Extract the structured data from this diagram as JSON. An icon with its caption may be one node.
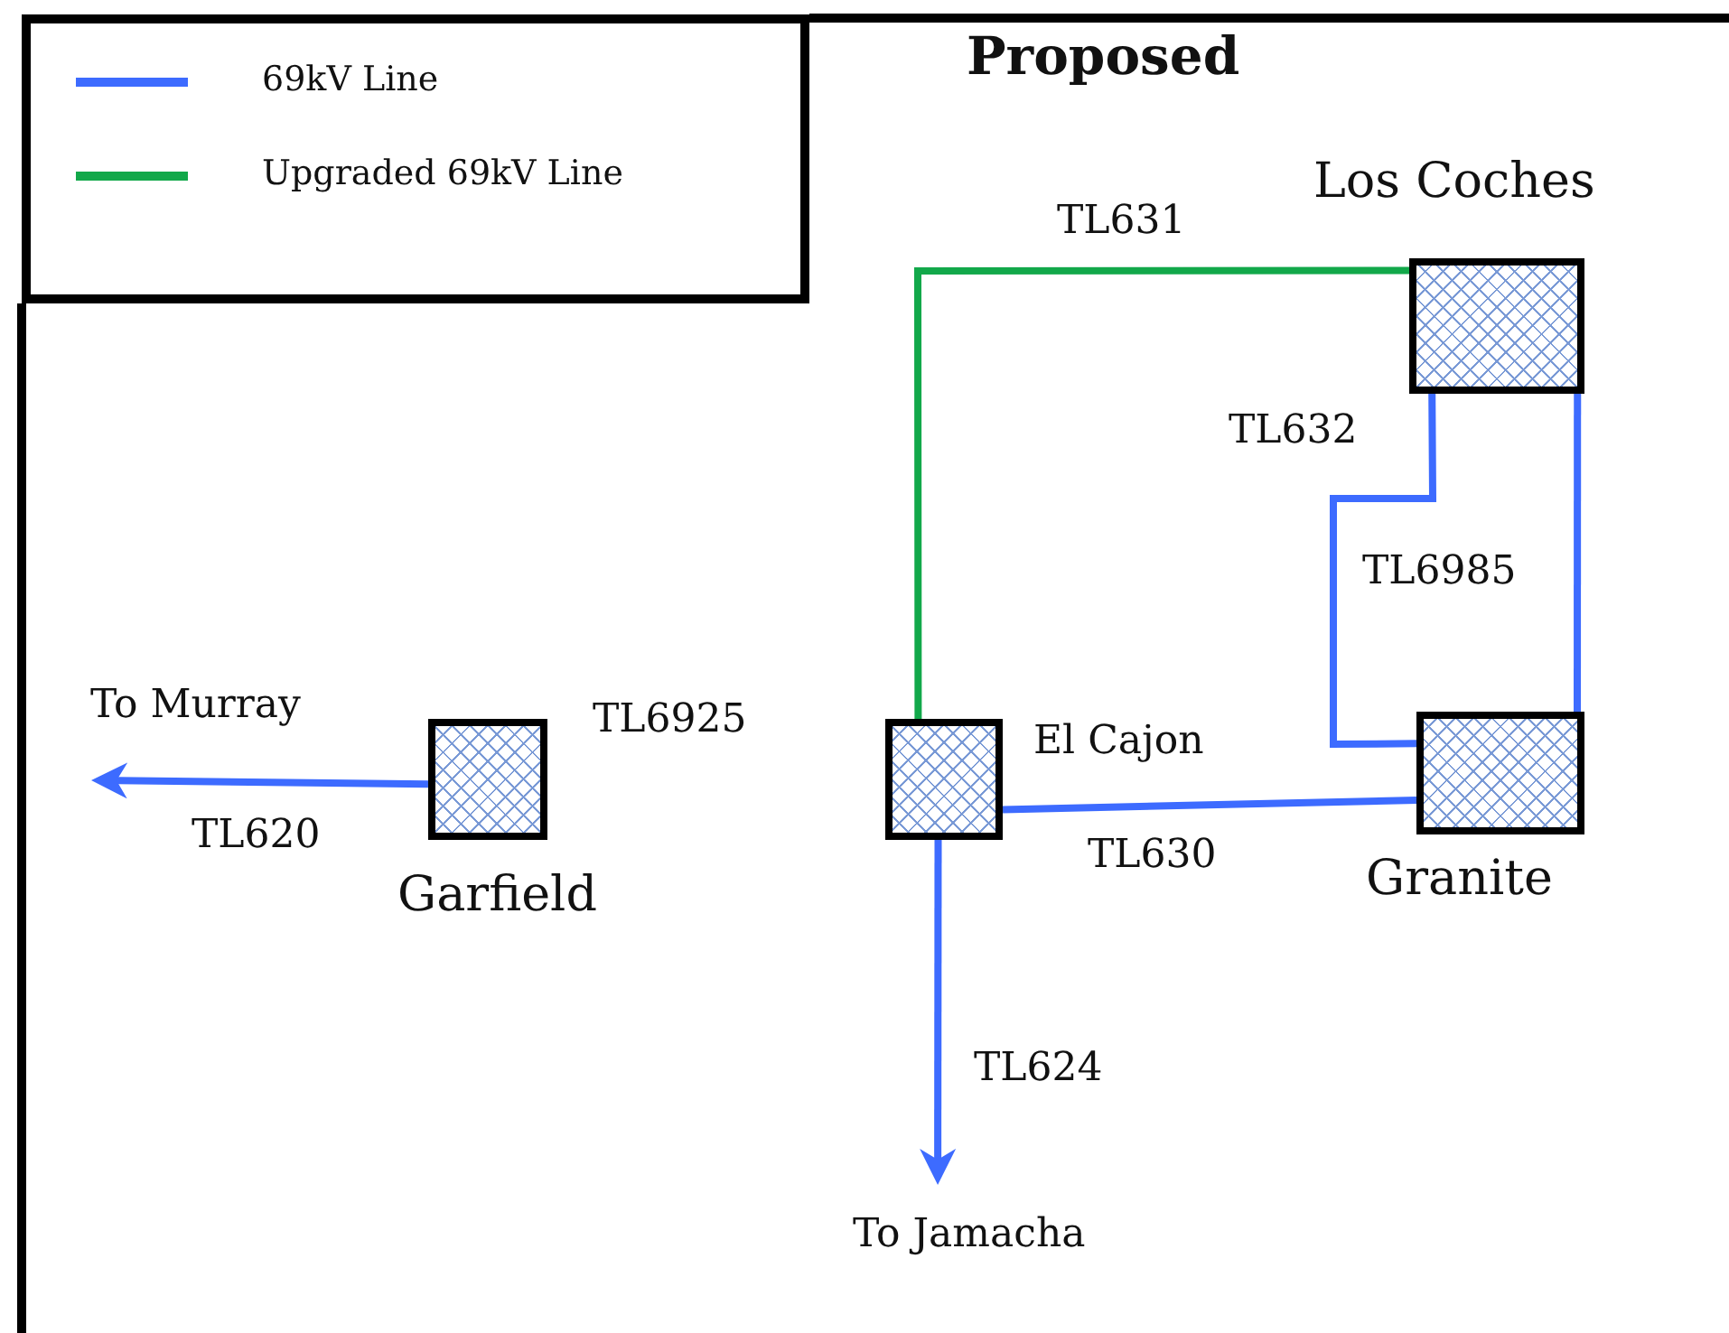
{
  "diagram": {
    "title": "Proposed",
    "nodes": [
      {
        "text": [
          "Los Coches"
        ]
      },
      {
        "text": [
          "To Murray"
        ]
      },
      {
        "text": [
          "Garfield"
        ]
      },
      {
        "text": [
          "El Cajon"
        ]
      },
      {
        "text": [
          "Granite"
        ]
      },
      {
        "text": [
          "To Jamacha"
        ]
      }
    ],
    "edges": [
      {
        "from": 0,
        "to": 3,
        "arrow": "none",
        "label": "TL631",
        "color": "#12a84a"
      },
      {
        "from": 0,
        "to": 4,
        "arrow": "none",
        "label": "TL632"
      },
      {
        "from": 0,
        "to": 4,
        "arrow": "none",
        "label": "TL6985"
      },
      {
        "from": 3,
        "to": 4,
        "arrow": "none",
        "label": "TL630"
      },
      {
        "from": 2,
        "to": 1,
        "arrow": "to",
        "label": "TL620"
      },
      {
        "from": 3,
        "to": 5,
        "arrow": "to",
        "label": "TL624"
      }
    ],
    "labels": [
      "TL6925"
    ],
    "legend": [
      {
        "text": "69kV Line",
        "color": "#3d6bff"
      },
      {
        "text": "Upgraded 69kV Line",
        "color": "#12a84a"
      }
    ]
  }
}
